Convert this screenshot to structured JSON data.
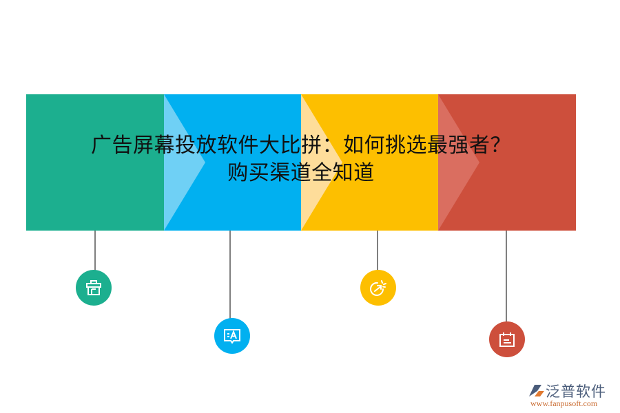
{
  "title": {
    "line1": "广告屏幕投放软件大比拼：如何挑选最强者？",
    "line2": "购买渠道全知道"
  },
  "steps": [
    {
      "color": "#1caf8f",
      "chevron_color": "",
      "icon": "briefcase-icon"
    },
    {
      "color": "#01b0f0",
      "chevron_color": "#6fd0f5",
      "icon": "chat-translate-icon"
    },
    {
      "color": "#fdbf00",
      "chevron_color": "#fedd9a",
      "icon": "growth-arrow-icon"
    },
    {
      "color": "#cd4f3c",
      "chevron_color": "#da6e60",
      "icon": "calendar-icon"
    }
  ],
  "logo": {
    "name": "泛普软件",
    "url": "www.fanpusoft.com"
  }
}
